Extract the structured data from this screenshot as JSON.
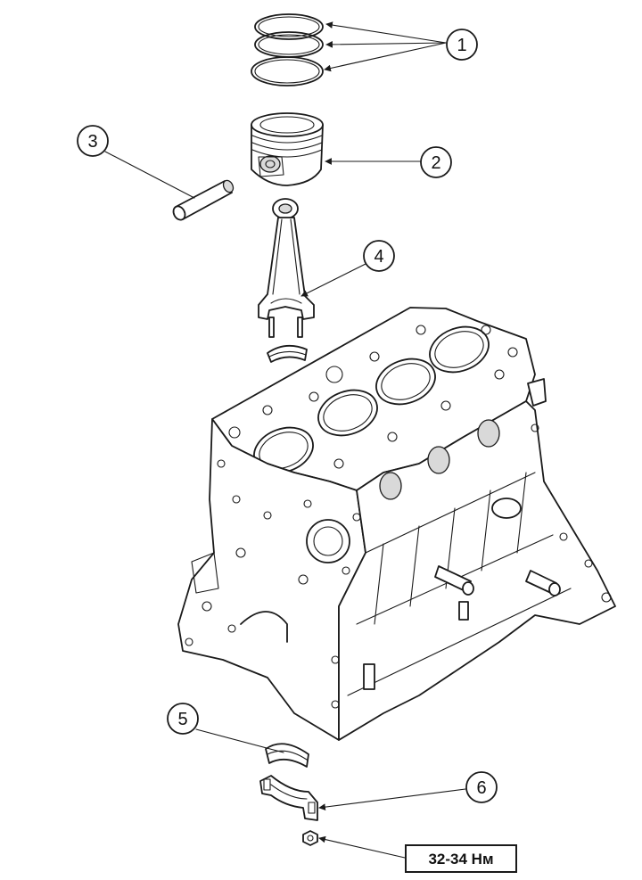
{
  "callouts": [
    {
      "id": "1",
      "label": "1"
    },
    {
      "id": "2",
      "label": "2"
    },
    {
      "id": "3",
      "label": "3"
    },
    {
      "id": "4",
      "label": "4"
    },
    {
      "id": "5",
      "label": "5"
    },
    {
      "id": "6",
      "label": "6"
    }
  ],
  "torque": {
    "label": "32-34 Нм"
  }
}
